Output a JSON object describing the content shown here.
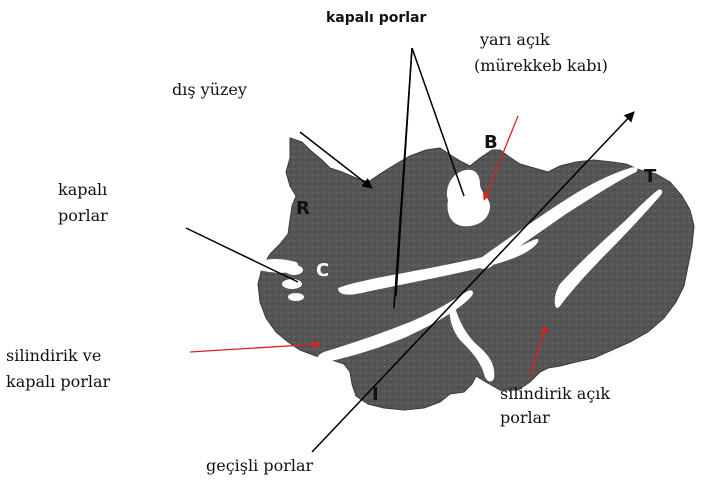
{
  "labels": {
    "top_closed_pores": "kapalı porlar",
    "half_open": "yarı açık",
    "ink_bottle": "(mürekkeb kabı)",
    "outer_surface": "dış yüzey",
    "closed_pores_line1": "kapalı",
    "closed_pores_line2": "porlar",
    "cylindrical_closed_line1": "silindirik ve",
    "cylindrical_closed_line2": "kapalı porlar",
    "cylindrical_open_line1": "silindirik açık",
    "cylindrical_open_line2": "porlar",
    "transitional_pores": "geçişli porlar"
  },
  "letters": {
    "R": "R",
    "B": "B",
    "T": "T",
    "C": "C",
    "I": "I"
  },
  "colors": {
    "particle": "#555555",
    "pores": "#ffffff",
    "lines": "#000000",
    "red_arrows": "#e02020"
  }
}
